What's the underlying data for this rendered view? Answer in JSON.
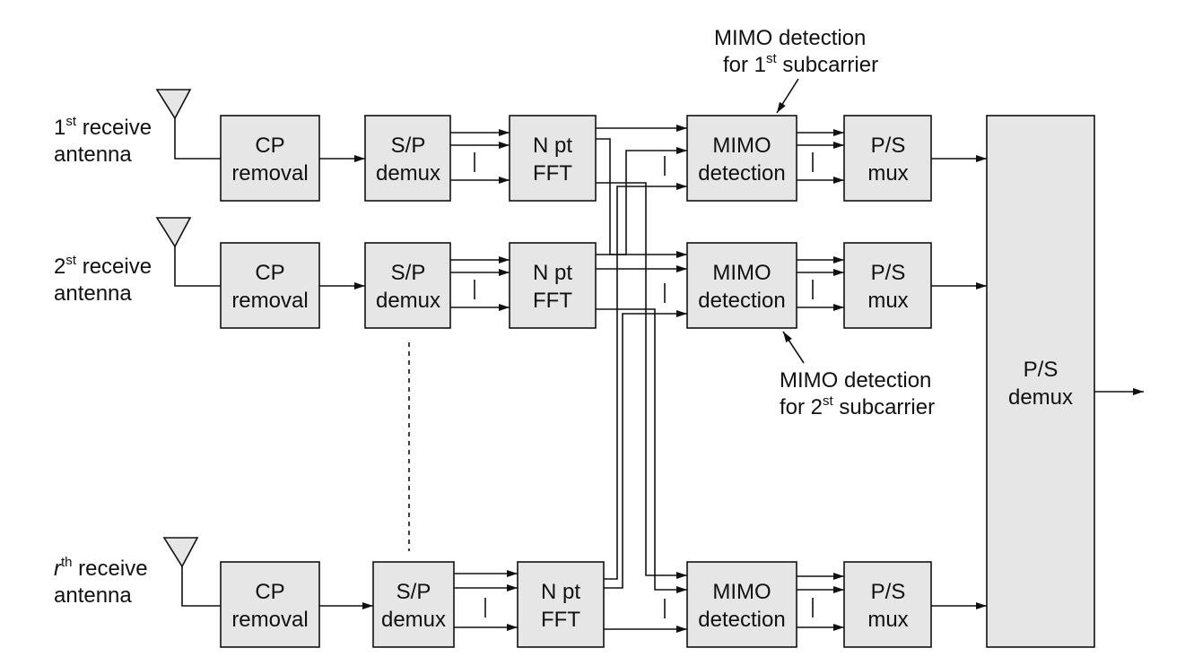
{
  "antennas": [
    {
      "ord": "1",
      "sup": "st",
      "word": " receive",
      "line2": "antenna",
      "italic": false
    },
    {
      "ord": "2",
      "sup": "st",
      "word": " receive",
      "line2": "antenna",
      "italic": false
    },
    {
      "ord": "r",
      "sup": "th",
      "word": " receive",
      "line2": "antenna",
      "italic": true
    }
  ],
  "blocks": {
    "cp": [
      "CP",
      "removal"
    ],
    "sp": [
      "S/P",
      "demux"
    ],
    "fft": [
      "N pt",
      "FFT"
    ],
    "mimo": [
      "MIMO",
      "detection"
    ],
    "ps": [
      "P/S",
      "mux"
    ],
    "out": [
      "P/S",
      "demux"
    ]
  },
  "annotations": {
    "top": {
      "line1": "MIMO detection",
      "pre": "for 1",
      "sup": "st",
      "post": " subcarrier"
    },
    "mid": {
      "line1": "MIMO detection",
      "pre": "for 2",
      "sup": "st",
      "post": " subcarrier"
    }
  }
}
